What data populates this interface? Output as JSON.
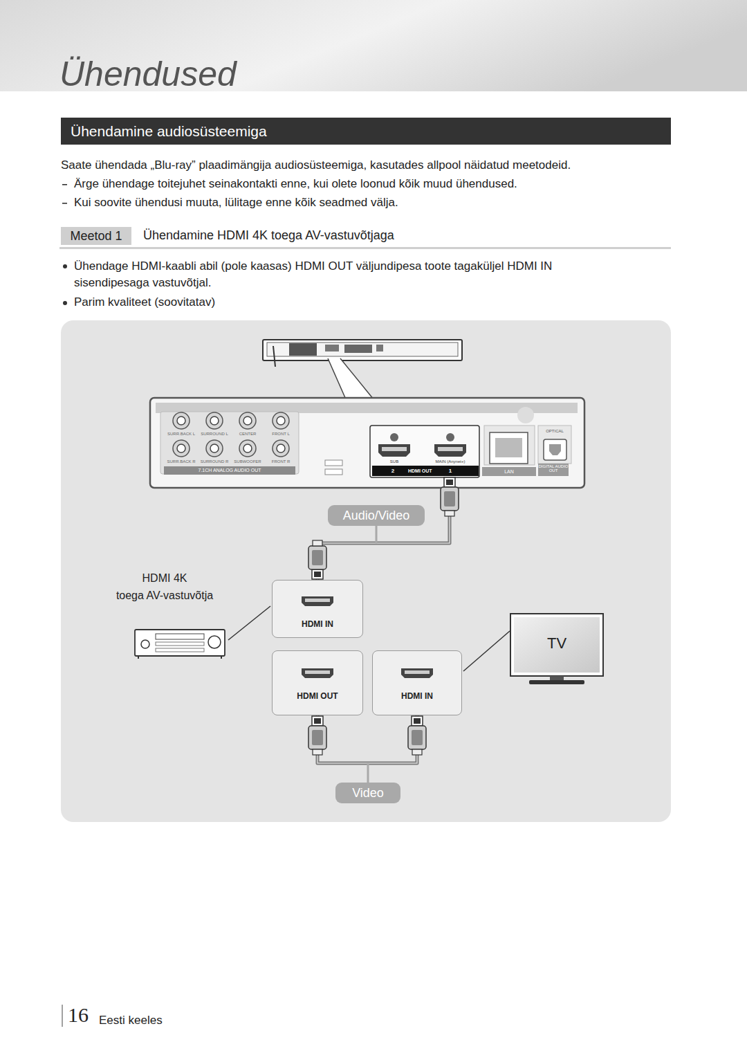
{
  "diagram": {
    "nodes": [
      {
        "text": [
          "Ühendamine audiosüsteemiga"
        ]
      },
      {
        "text": [
          "Meetod 1"
        ]
      },
      {
        "text": [
          "HDMI OUT"
        ]
      },
      {
        "text": [
          "HDMI IN"
        ]
      },
      {
        "text": [
          "HDMI OUT"
        ]
      },
      {
        "text": [
          "HDMI IN"
        ]
      }
    ],
    "edges": [
      {
        "from": 2,
        "to": 3,
        "label": "Audio/Video",
        "arrow": "none"
      },
      {
        "from": 4,
        "to": 5,
        "label": "Video",
        "arrow": "none"
      }
    ],
    "labels": [
      "Ühendused",
      "Saate ühendada „Blu-ray” plaadimängija audiosüsteemiga, kasutades allpool näidatud meetodeid.",
      "Ärge ühendage toitejuhet seinakontakti enne, kui olete loonud kõik muud ühendused.",
      "Kui soovite ühendusi muuta, lülitage enne kõik seadmed välja.",
      "Ühendamine HDMI 4K toega AV-vastuvõtjaga",
      "Ühendage HDMI-kaabli abil (pole kaasas) HDMI OUT väljundipesa toote tagaküljel HDMI IN sisendipesaga vastuvõtjal.",
      "Parim kvaliteet (soovitatav)",
      "SURR.BACK L",
      "SURROUND L",
      "CENTER",
      "FRONT L",
      "SURR.BACK R",
      "SURROUND R",
      "SUBWOOFER",
      "FRONT R",
      "7.1CH ANALOG AUDIO OUT",
      "SUB",
      "MAIN (Anynet+)",
      "2",
      "1",
      "LAN",
      "OPTICAL",
      "DIGITAL AUDIO OUT",
      "HDMI 4K",
      "toega AV-vastuvõtja",
      "TV",
      "16",
      "Eesti keeles"
    ]
  }
}
